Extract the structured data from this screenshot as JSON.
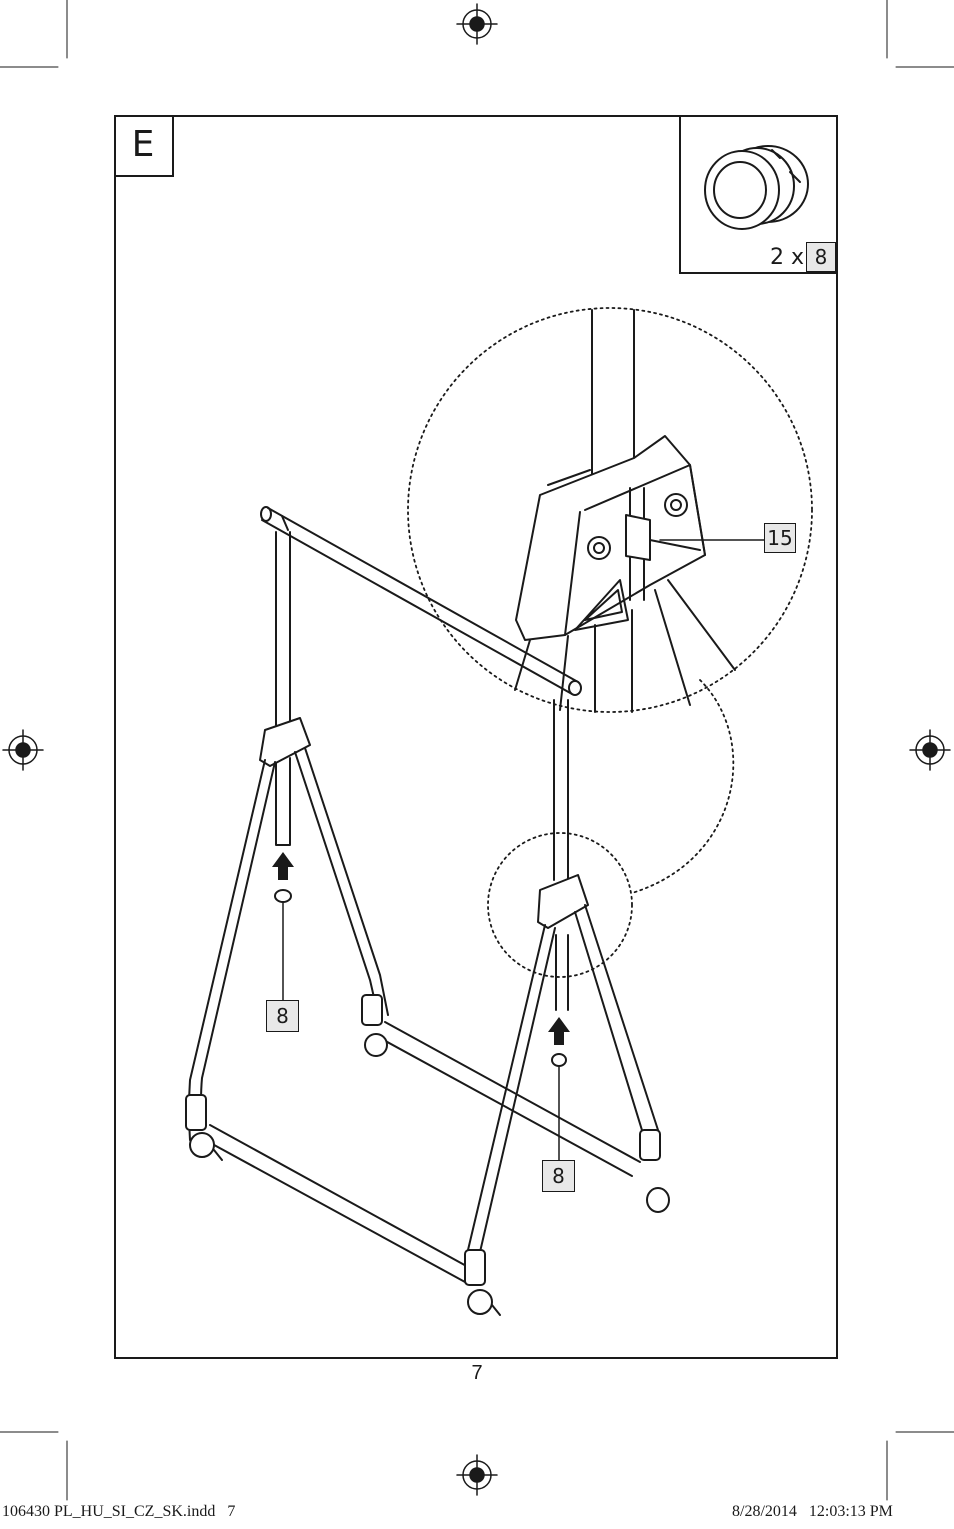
{
  "step": {
    "letter": "E"
  },
  "parts_inset": {
    "quantity_prefix": "2 x",
    "part_number": "8"
  },
  "callouts": [
    {
      "label": "15"
    },
    {
      "label": "8"
    },
    {
      "label": "8"
    }
  ],
  "page_number": "7",
  "slug": {
    "file": "106430 PL_HU_SI_CZ_SK.indd   7",
    "timestamp": "8/28/2014   12:03:13 PM"
  }
}
